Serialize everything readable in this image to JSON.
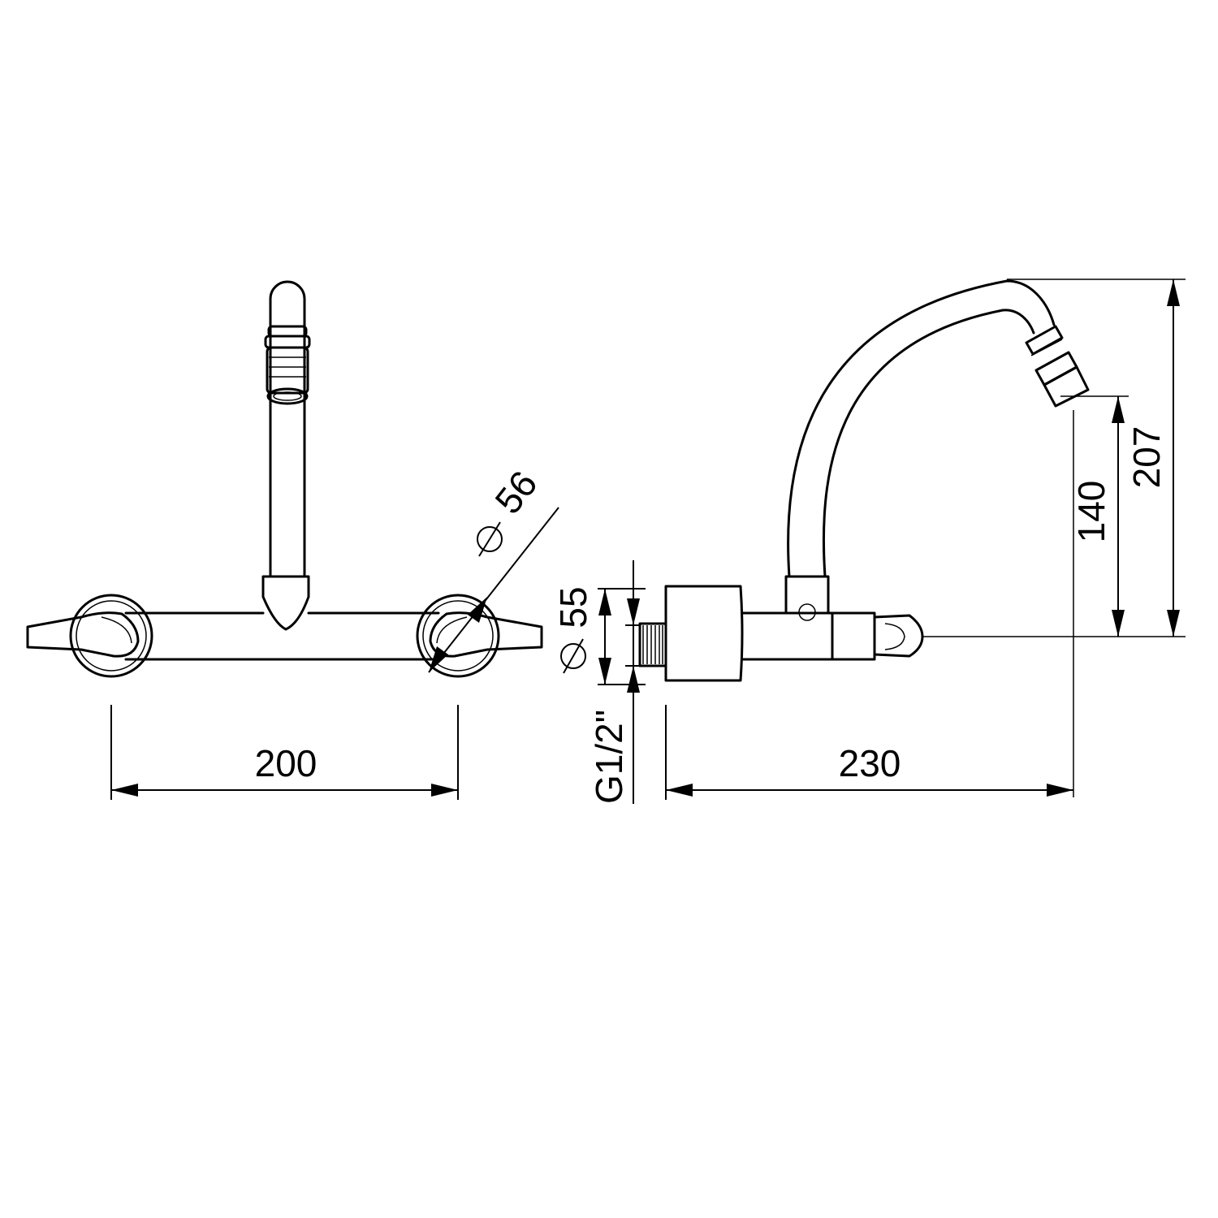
{
  "dimensions": {
    "handle_spacing": "200",
    "rosette_diameter": "56",
    "inlet_diameter": "55",
    "thread": "G1/2\"",
    "projection": "230",
    "outlet_height": "140",
    "total_height": "207"
  },
  "symbols": {
    "diameter": "diameter-symbol"
  }
}
